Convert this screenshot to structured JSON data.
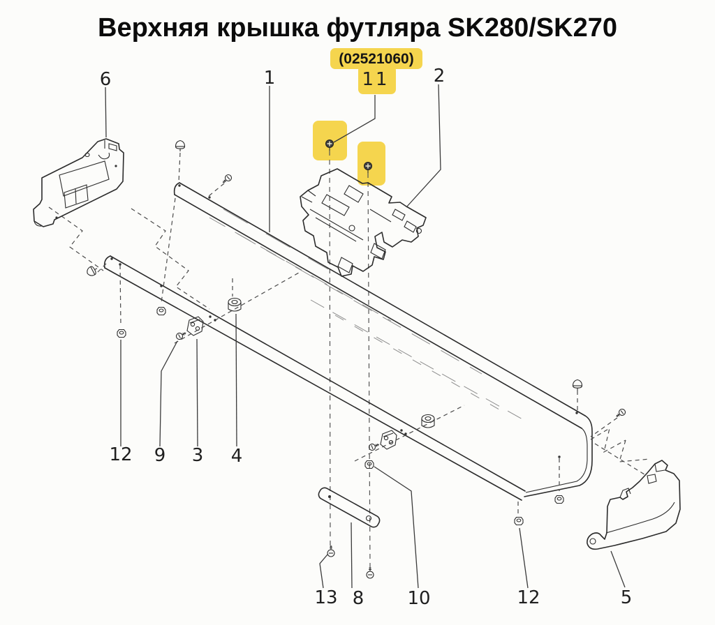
{
  "title": "Верхняя крышка футляра SK280/SK270",
  "selected_part": {
    "number": "(02521060)",
    "callout": "11",
    "highlight_color": "#F5D54E"
  },
  "callouts": [
    {
      "text": "6"
    },
    {
      "text": "1"
    },
    {
      "text": "11"
    },
    {
      "text": "2"
    },
    {
      "text": "12"
    },
    {
      "text": "9"
    },
    {
      "text": "3"
    },
    {
      "text": "4"
    },
    {
      "text": "13"
    },
    {
      "text": "8"
    },
    {
      "text": "10"
    },
    {
      "text": "12"
    },
    {
      "text": "5"
    }
  ],
  "colors": {
    "background": "#fcfcfa",
    "line": "#2b2b2b",
    "highlight": "#F5D54E"
  }
}
